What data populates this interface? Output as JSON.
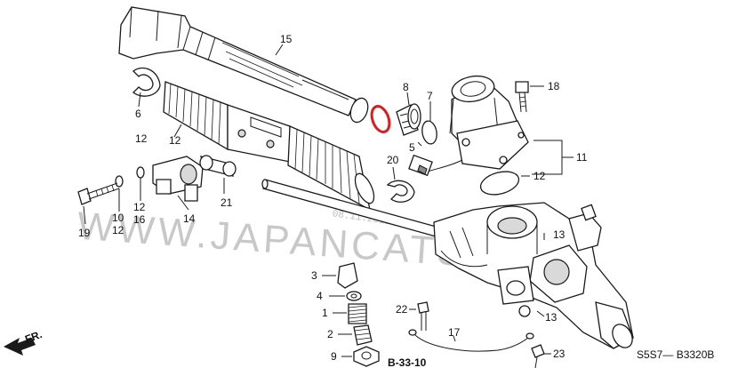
{
  "diagram": {
    "watermark": "WWW.JAPANCATS.RU",
    "date_stamp": "08.11.2011",
    "section_ref": "B-33-10",
    "diagram_code": "S5S7— B3320B",
    "direction_label": "FR.",
    "accent_color": "#d81e1e",
    "callouts": [
      "15",
      "8",
      "7",
      "18",
      "6",
      "12",
      "12",
      "5",
      "11",
      "12",
      "20",
      "10",
      "12",
      "16",
      "12",
      "19",
      "13",
      "14",
      "21",
      "3",
      "4",
      "1",
      "2",
      "9",
      "22",
      "17",
      "23"
    ]
  }
}
